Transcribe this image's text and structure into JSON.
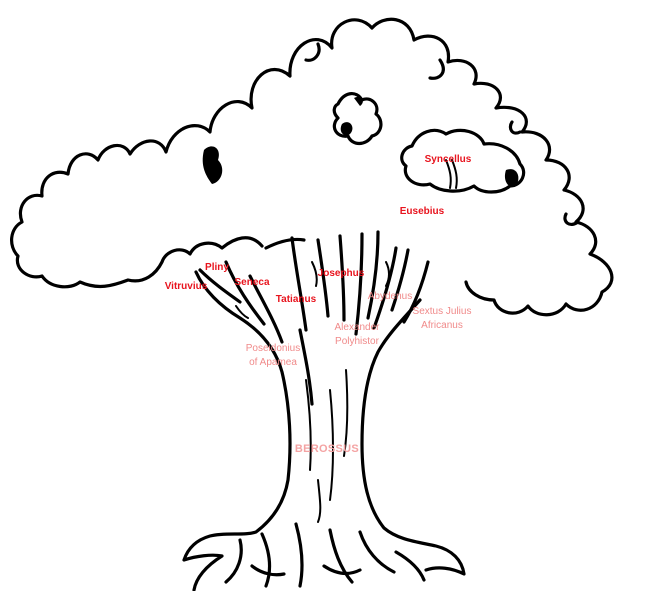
{
  "colors": {
    "outline": "#000000",
    "background": "#ffffff",
    "primary_name": "#e8141e",
    "secondary_name": "#f08a8a",
    "root_name": "#f4a3a3"
  },
  "root": {
    "label": "BEROSSUS"
  },
  "canopy_names": {
    "syncellus": "Syncellus",
    "eusebius": "Eusebius",
    "pliny": "Pliny",
    "vitruvius": "Vitruvius",
    "seneca": "Seneca",
    "josephus": "Josephus",
    "tatianus": "Tatianus"
  },
  "branch_names": {
    "abydenus": "Abydenus",
    "sextus_line1": "Sextus Julius",
    "sextus_line2": "Africanus",
    "alexander_line1": "Alexander",
    "alexander_line2": "Polyhistor",
    "poseidonius_line1": "Poseidonius",
    "poseidonius_line2": "of Apamea"
  }
}
